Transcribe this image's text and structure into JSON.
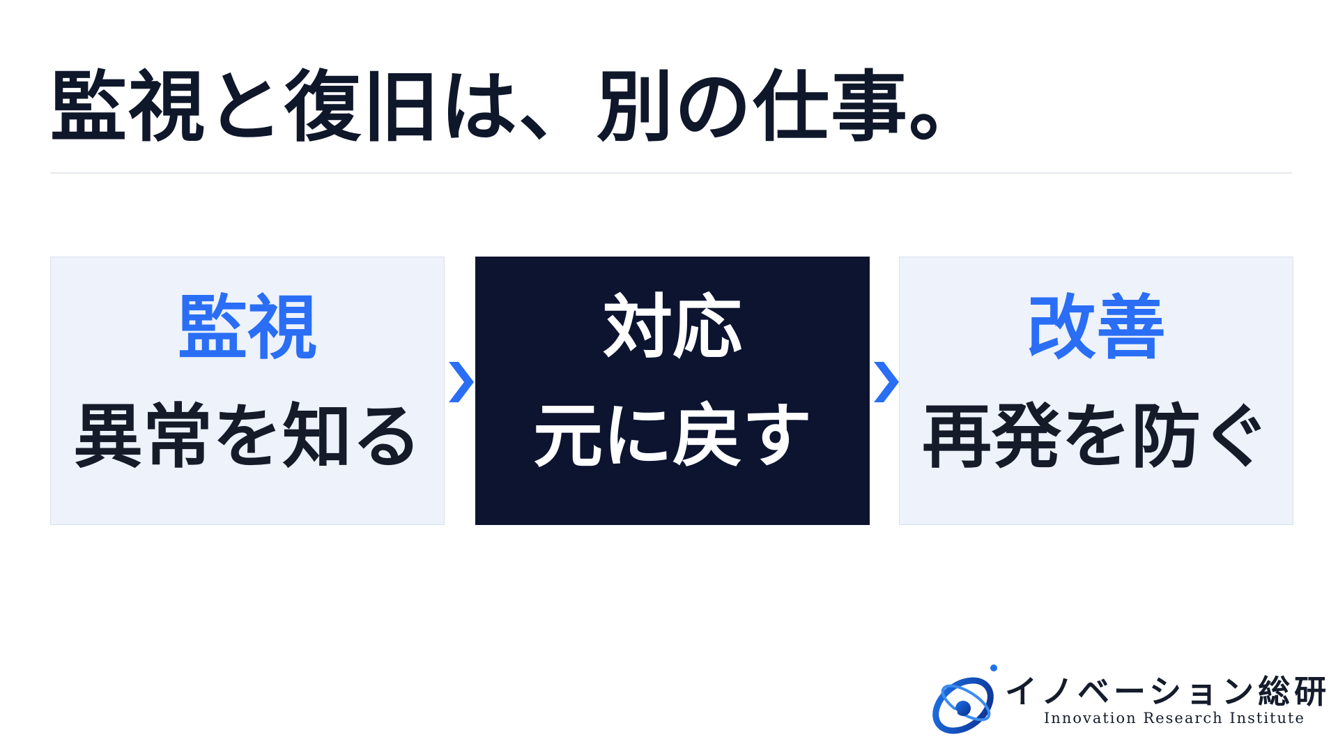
{
  "slide": {
    "title": "監視と復旧は、別の仕事。"
  },
  "steps": [
    {
      "title": "監視",
      "description": "異常を知る",
      "style": "light",
      "title_color": "#2a6ef5"
    },
    {
      "title": "対応",
      "description": "元に戻す",
      "style": "dark",
      "title_color": "#ffffff"
    },
    {
      "title": "改善",
      "description": "再発を防ぐ",
      "style": "light",
      "title_color": "#2a6ef5"
    }
  ],
  "arrow_icon": "chevron-right-icon",
  "brand": {
    "name": "イノベーション総研",
    "subtitle": "Innovation Research Institute",
    "logo_icon": "orbit-logo-icon"
  },
  "colors": {
    "accent": "#2a6ef5",
    "dark_box": "#0c1430",
    "light_box": "#edf2fb",
    "text": "#0f172a"
  }
}
